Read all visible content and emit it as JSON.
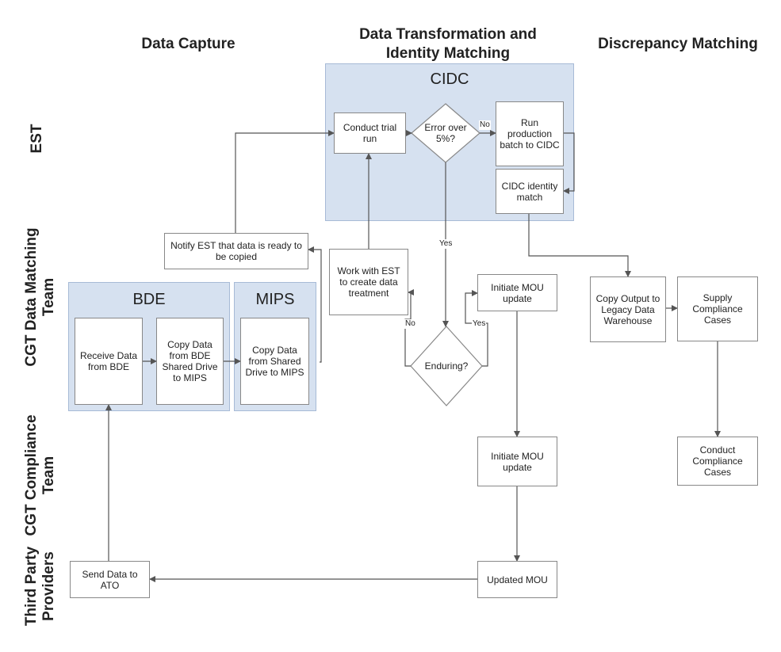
{
  "columns": {
    "data_capture": "Data Capture",
    "transformation_line1": "Data Transformation and",
    "transformation_line2": "Identity Matching",
    "discrepancy": "Discrepancy Matching"
  },
  "lanes": {
    "est": "EST",
    "cgt_dm_line1": "CGT Data Matching",
    "cgt_dm_line2": "Team",
    "cgt_comp_line1": "CGT Compliance",
    "cgt_comp_line2": "Team",
    "tpp_line1": "Third Party",
    "tpp_line2": "Providers"
  },
  "groups": {
    "cidc": "CIDC",
    "bde": "BDE",
    "mips": "MIPS"
  },
  "nodes": {
    "trial_run": "Conduct trial run",
    "error_check": "Error over 5%?",
    "production_batch": "Run production batch to CIDC",
    "cidc_match": "CIDC identity match",
    "notify_est": "Notify EST that data is ready to be copied",
    "work_with_est": "Work with EST to create data treatment",
    "initiate_mou_1": "Initiate MOU update",
    "enduring": "Enduring?",
    "receive_bde": "Receive Data from BDE",
    "copy_bde": "Copy Data from BDE Shared Drive to MIPS",
    "copy_mips": "Copy Data from Shared Drive to MIPS",
    "copy_legacy": "Copy Output to Legacy Data Warehouse",
    "supply_cases": "Supply Compliance Cases",
    "conduct_cases": "Conduct Compliance Cases",
    "initiate_mou_2": "Initiate MOU update",
    "updated_mou": "Updated MOU",
    "send_ato": "Send Data to ATO"
  },
  "edge_labels": {
    "no_error": "No",
    "yes_error": "Yes",
    "no_enduring": "No",
    "yes_enduring": "Yes"
  },
  "colors": {
    "group_fill": "#d6e1f0",
    "line": "#555555"
  }
}
